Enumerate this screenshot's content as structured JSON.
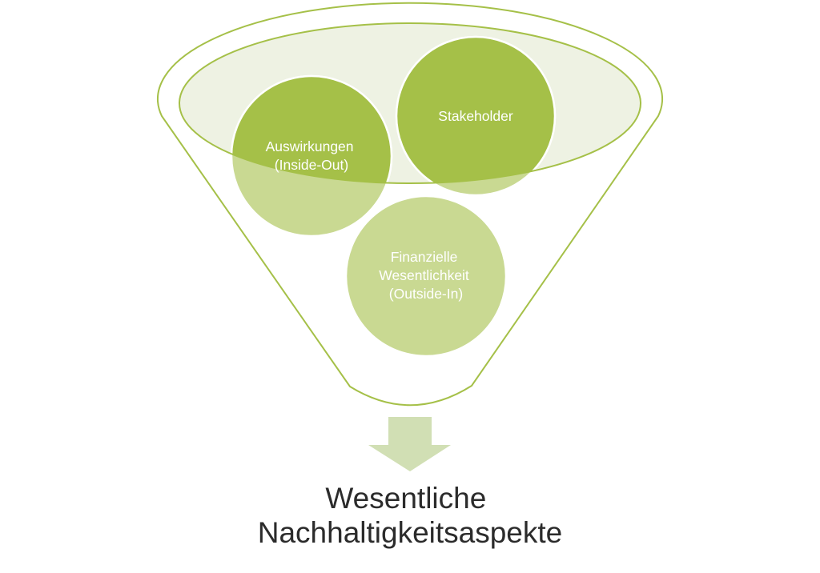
{
  "diagram": {
    "type": "funnel",
    "colors": {
      "outline": "#a5c048",
      "ellipse_fill": "#eef2e3",
      "circle_inside": "#a5c048",
      "circle_outside": "#c9d992",
      "circle_stroke": "#ffffff",
      "arrow": "#d1dfb4",
      "result_text": "#2b2b2b",
      "circle_text": "#ffffff"
    },
    "circles": [
      {
        "id": "impact",
        "lines": [
          "Auswirkungen",
          "(Inside-Out)"
        ]
      },
      {
        "id": "stakeholder",
        "lines": [
          "Stakeholder"
        ]
      },
      {
        "id": "financial",
        "lines": [
          "Finanzielle",
          "Wesentlichkeit",
          "(Outside-In)"
        ]
      }
    ],
    "arrow": {
      "direction": "down"
    },
    "result": {
      "lines": [
        "Wesentliche",
        "Nachhaltigkeitsaspekte"
      ]
    }
  }
}
